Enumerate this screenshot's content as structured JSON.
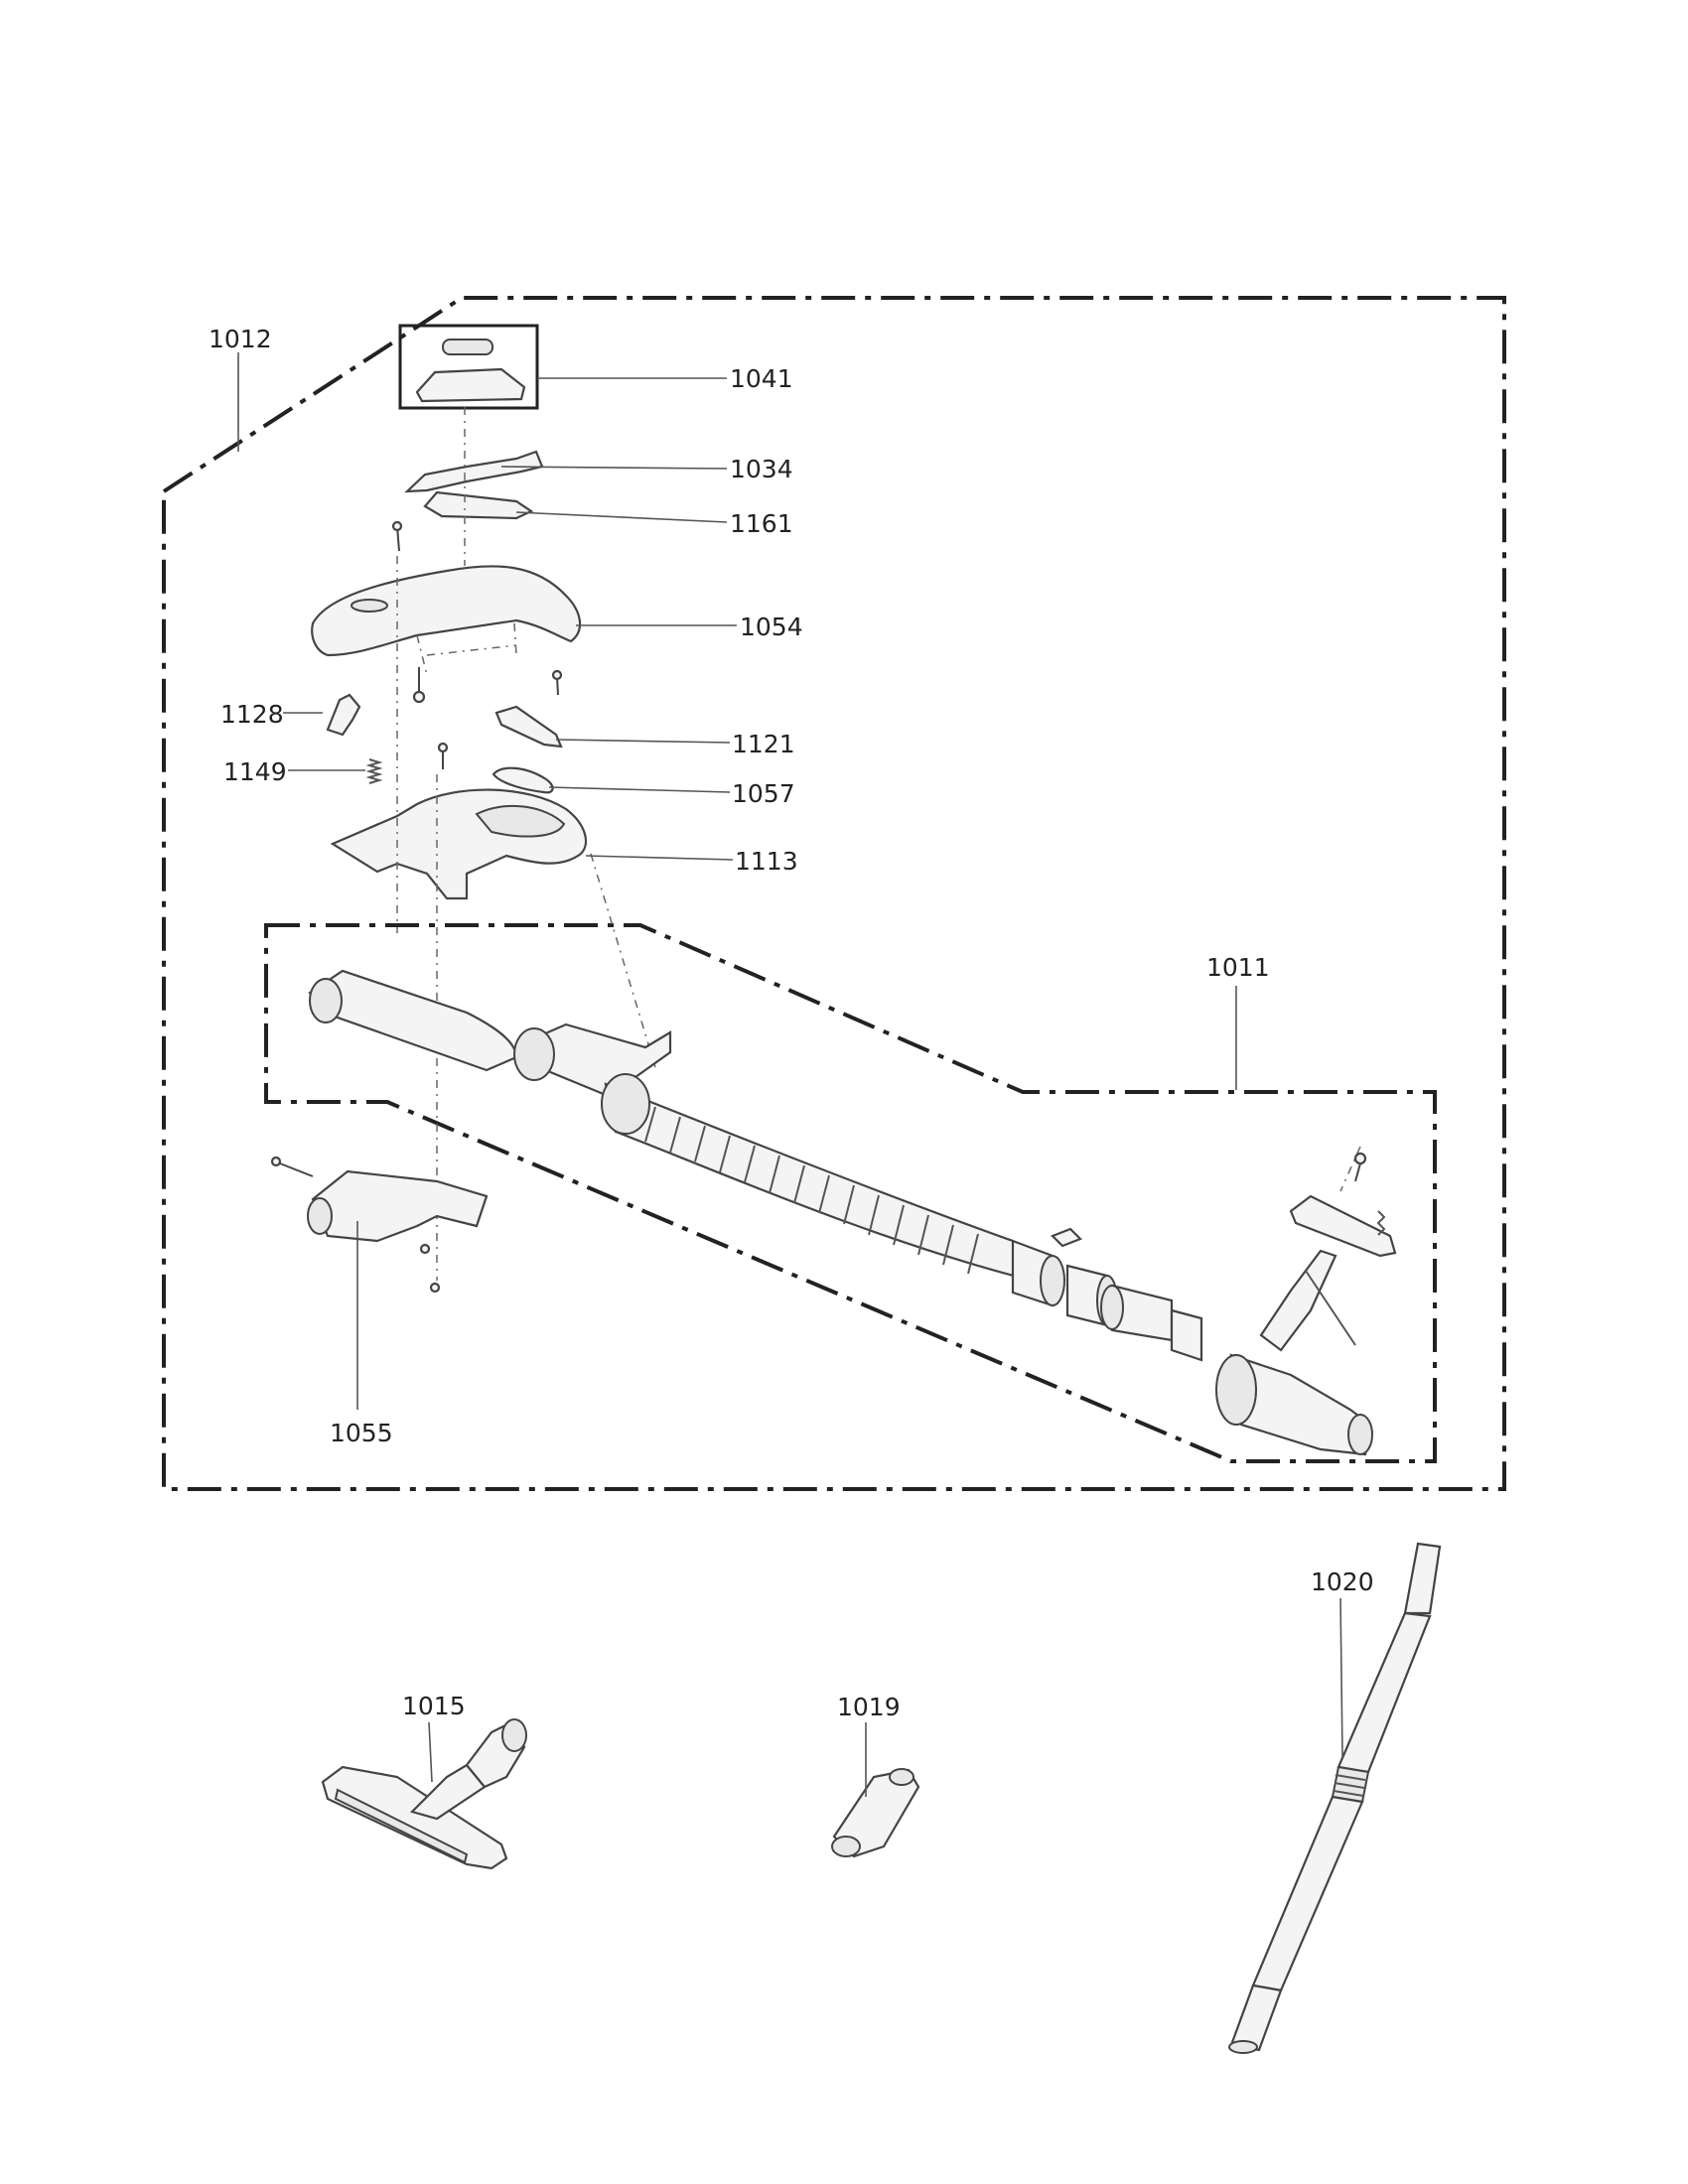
{
  "labels": {
    "p1012": "1012",
    "p1041": "1041",
    "p1034": "1034",
    "p1161": "1161",
    "p1054": "1054",
    "p1128": "1128",
    "p1121": "1121",
    "p1149": "1149",
    "p1057": "1057",
    "p1113": "1113",
    "p1011": "1011",
    "p1055": "1055",
    "p1020": "1020",
    "p1015": "1015",
    "p1019": "1019"
  },
  "colors": {
    "line": "#222222",
    "part_fill": "#f4f4f4",
    "label": "#222222"
  }
}
